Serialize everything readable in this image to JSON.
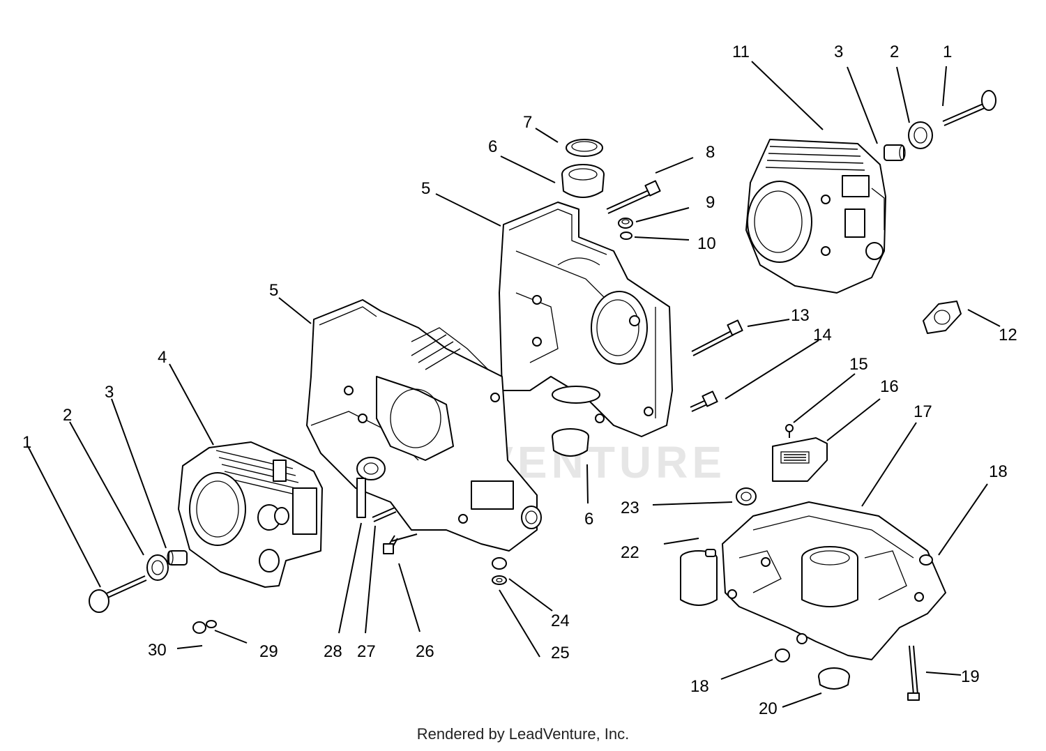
{
  "watermark": "LEADVENTURE",
  "footer": "Rendered by LeadVenture, Inc.",
  "callouts": [
    {
      "id": "c-1a",
      "label": "1"
    },
    {
      "id": "c-2a",
      "label": "2"
    },
    {
      "id": "c-3a",
      "label": "3"
    },
    {
      "id": "c-11",
      "label": "11"
    },
    {
      "id": "c-7",
      "label": "7"
    },
    {
      "id": "c-6a",
      "label": "6"
    },
    {
      "id": "c-8",
      "label": "8"
    },
    {
      "id": "c-9",
      "label": "9"
    },
    {
      "id": "c-10",
      "label": "10"
    },
    {
      "id": "c-5a",
      "label": "5"
    },
    {
      "id": "c-5b",
      "label": "5"
    },
    {
      "id": "c-4",
      "label": "4"
    },
    {
      "id": "c-3b",
      "label": "3"
    },
    {
      "id": "c-2b",
      "label": "2"
    },
    {
      "id": "c-1b",
      "label": "1"
    },
    {
      "id": "c-12",
      "label": "12"
    },
    {
      "id": "c-13",
      "label": "13"
    },
    {
      "id": "c-14",
      "label": "14"
    },
    {
      "id": "c-15",
      "label": "15"
    },
    {
      "id": "c-16",
      "label": "16"
    },
    {
      "id": "c-17",
      "label": "17"
    },
    {
      "id": "c-18a",
      "label": "18"
    },
    {
      "id": "c-6b",
      "label": "6"
    },
    {
      "id": "c-23",
      "label": "23"
    },
    {
      "id": "c-22",
      "label": "22"
    },
    {
      "id": "c-24",
      "label": "24"
    },
    {
      "id": "c-25",
      "label": "25"
    },
    {
      "id": "c-26",
      "label": "26"
    },
    {
      "id": "c-27",
      "label": "27"
    },
    {
      "id": "c-28",
      "label": "28"
    },
    {
      "id": "c-29",
      "label": "29"
    },
    {
      "id": "c-30",
      "label": "30"
    },
    {
      "id": "c-18b",
      "label": "18"
    },
    {
      "id": "c-19",
      "label": "19"
    },
    {
      "id": "c-20",
      "label": "20"
    }
  ]
}
